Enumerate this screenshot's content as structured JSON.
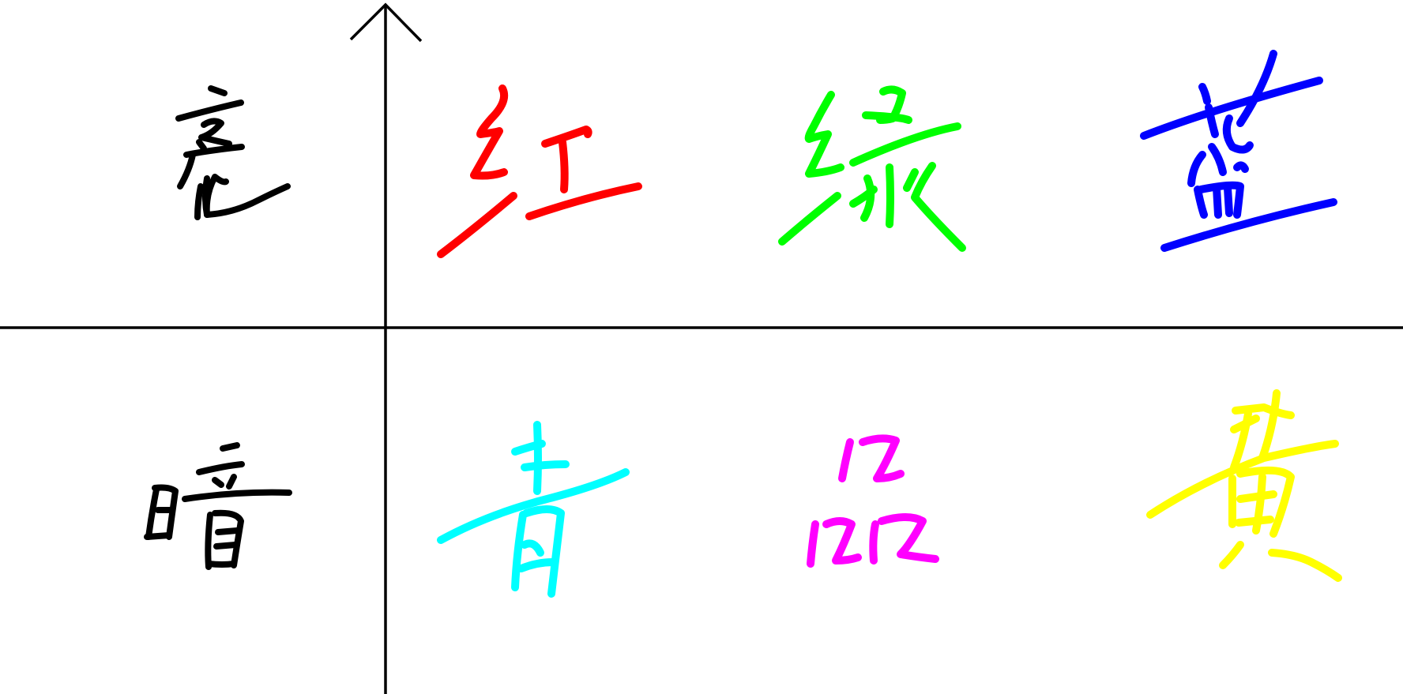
{
  "diagram": {
    "row_labels": [
      {
        "id": "bright",
        "text": "亮",
        "color": "#000000"
      },
      {
        "id": "dark",
        "text": "暗",
        "color": "#000000"
      }
    ],
    "cells": [
      {
        "row": "bright",
        "text": "红",
        "color": "#ff0000"
      },
      {
        "row": "bright",
        "text": "绿",
        "color": "#00ff00"
      },
      {
        "row": "bright",
        "text": "蓝",
        "color": "#0000ff"
      },
      {
        "row": "dark",
        "text": "青",
        "color": "#00ffff"
      },
      {
        "row": "dark",
        "text": "品",
        "color": "#ff00ff"
      },
      {
        "row": "dark",
        "text": "黄",
        "color": "#ffff00"
      }
    ],
    "axis_color": "#000000",
    "axis_icon": "arrow-up-icon"
  }
}
